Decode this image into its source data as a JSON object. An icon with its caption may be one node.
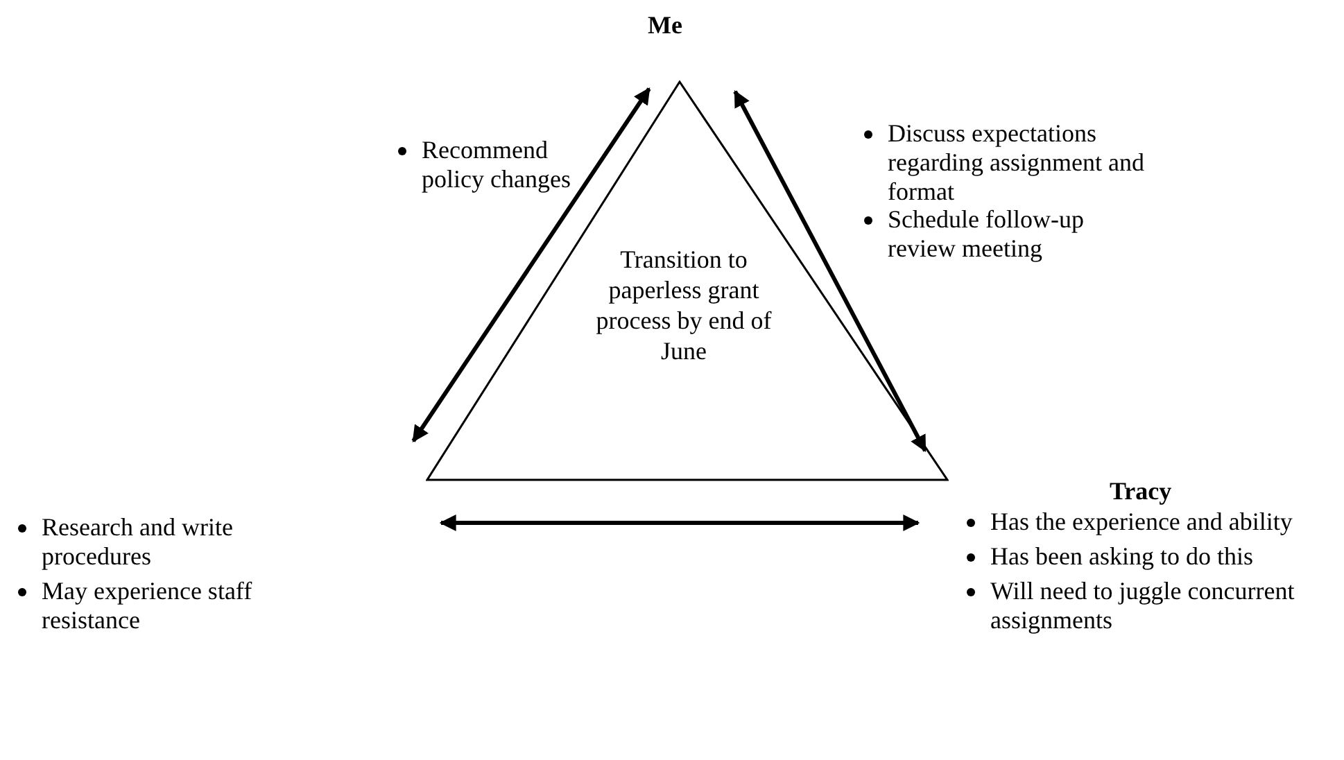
{
  "diagram": {
    "nodes": [
      {
        "text": [
          "Transition to paperless grant process by end of June"
        ]
      },
      {
        "text": [
          "Me"
        ]
      },
      {
        "text": [
          "Research and write procedures",
          "May experience staff resistance"
        ]
      },
      {
        "text": [
          "Tracy",
          "Has the experience and ability",
          "Has been asking to do this",
          "Will need to juggle concurrent assignments"
        ]
      }
    ],
    "labels": [
      "Recommend policy changes",
      "Discuss expectations regarding assignment and format",
      "Schedule follow-up review meeting"
    ]
  }
}
